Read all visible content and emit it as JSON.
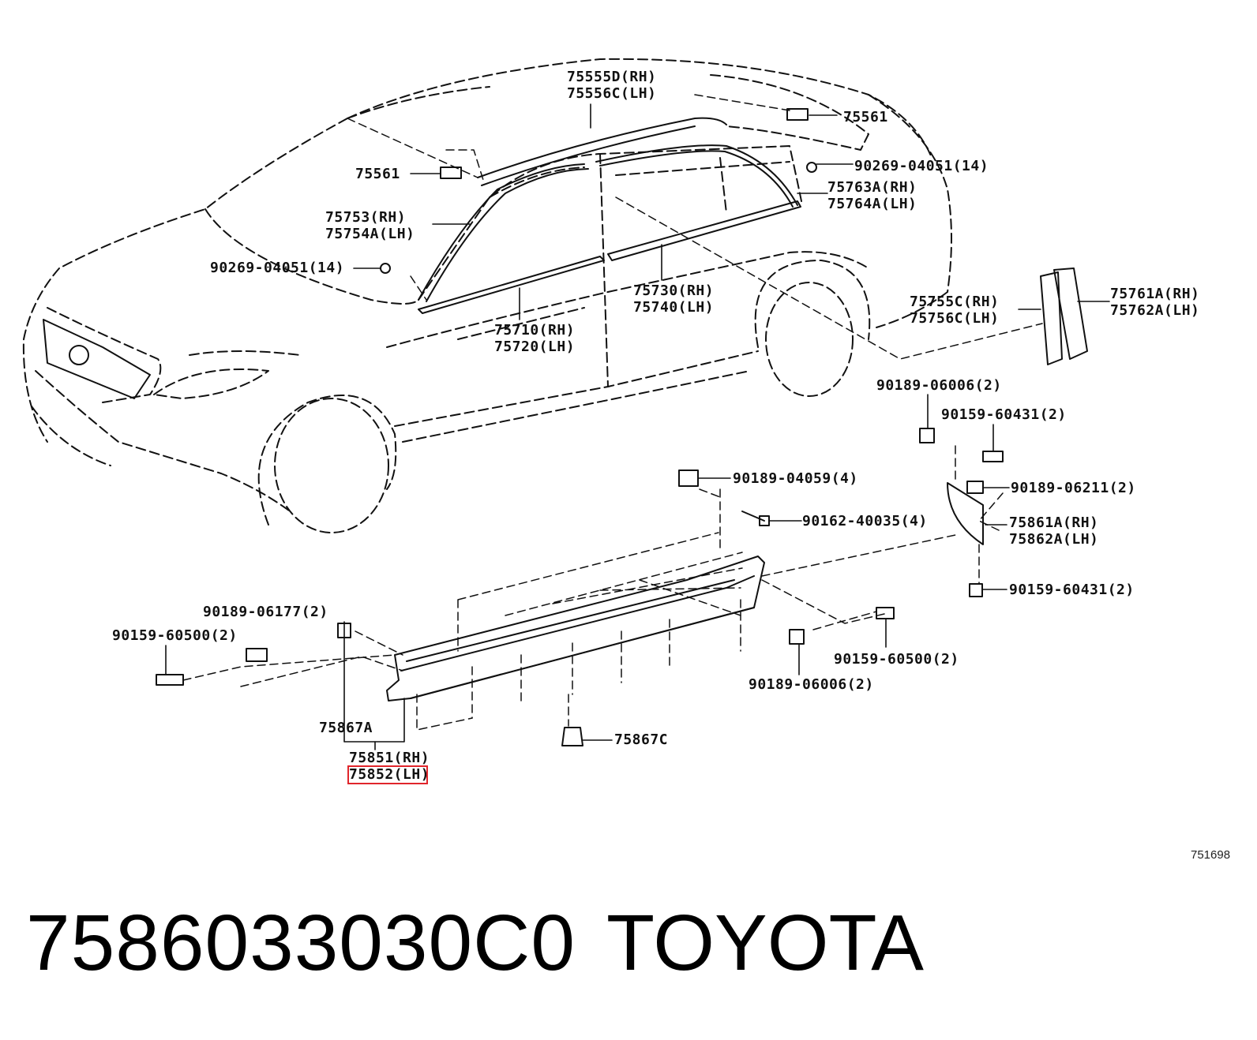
{
  "callouts": {
    "c1": [
      "75555D(RH)",
      "75556C(LH)"
    ],
    "c2": [
      "75561"
    ],
    "c3": [
      "75561"
    ],
    "c4": [
      "90269-04051(14)"
    ],
    "c5": [
      "75763A(RH)",
      "75764A(LH)"
    ],
    "c6": [
      "75753(RH)",
      "75754A(LH)"
    ],
    "c7": [
      "90269-04051(14)"
    ],
    "c8": [
      "75730(RH)",
      "75740(LH)"
    ],
    "c9": [
      "75710(RH)",
      "75720(LH)"
    ],
    "c10": [
      "75755C(RH)",
      "75756C(LH)"
    ],
    "c11": [
      "75761A(RH)",
      "75762A(LH)"
    ],
    "c12": [
      "90189-06006(2)"
    ],
    "c13": [
      "90159-60431(2)"
    ],
    "c14": [
      "90189-04059(4)"
    ],
    "c15": [
      "90189-06211(2)"
    ],
    "c16": [
      "90162-40035(4)"
    ],
    "c17": [
      "75861A(RH)",
      "75862A(LH)"
    ],
    "c18": [
      "90159-60431(2)"
    ],
    "c19": [
      "90189-06177(2)"
    ],
    "c20": [
      "90159-60500(2)"
    ],
    "c21": [
      "90159-60500(2)"
    ],
    "c22": [
      "90189-06006(2)"
    ],
    "c23": [
      "75867A"
    ],
    "c24": [
      "75867C"
    ],
    "c25": [
      "75851(RH)",
      "75852(LH)"
    ]
  },
  "highlighted_callout": "75852(LH)",
  "highlight_color": "#e0252b",
  "diagram_code": "751698",
  "footer": {
    "part_number": "7586033030C0",
    "brand": "TOYOTA"
  }
}
